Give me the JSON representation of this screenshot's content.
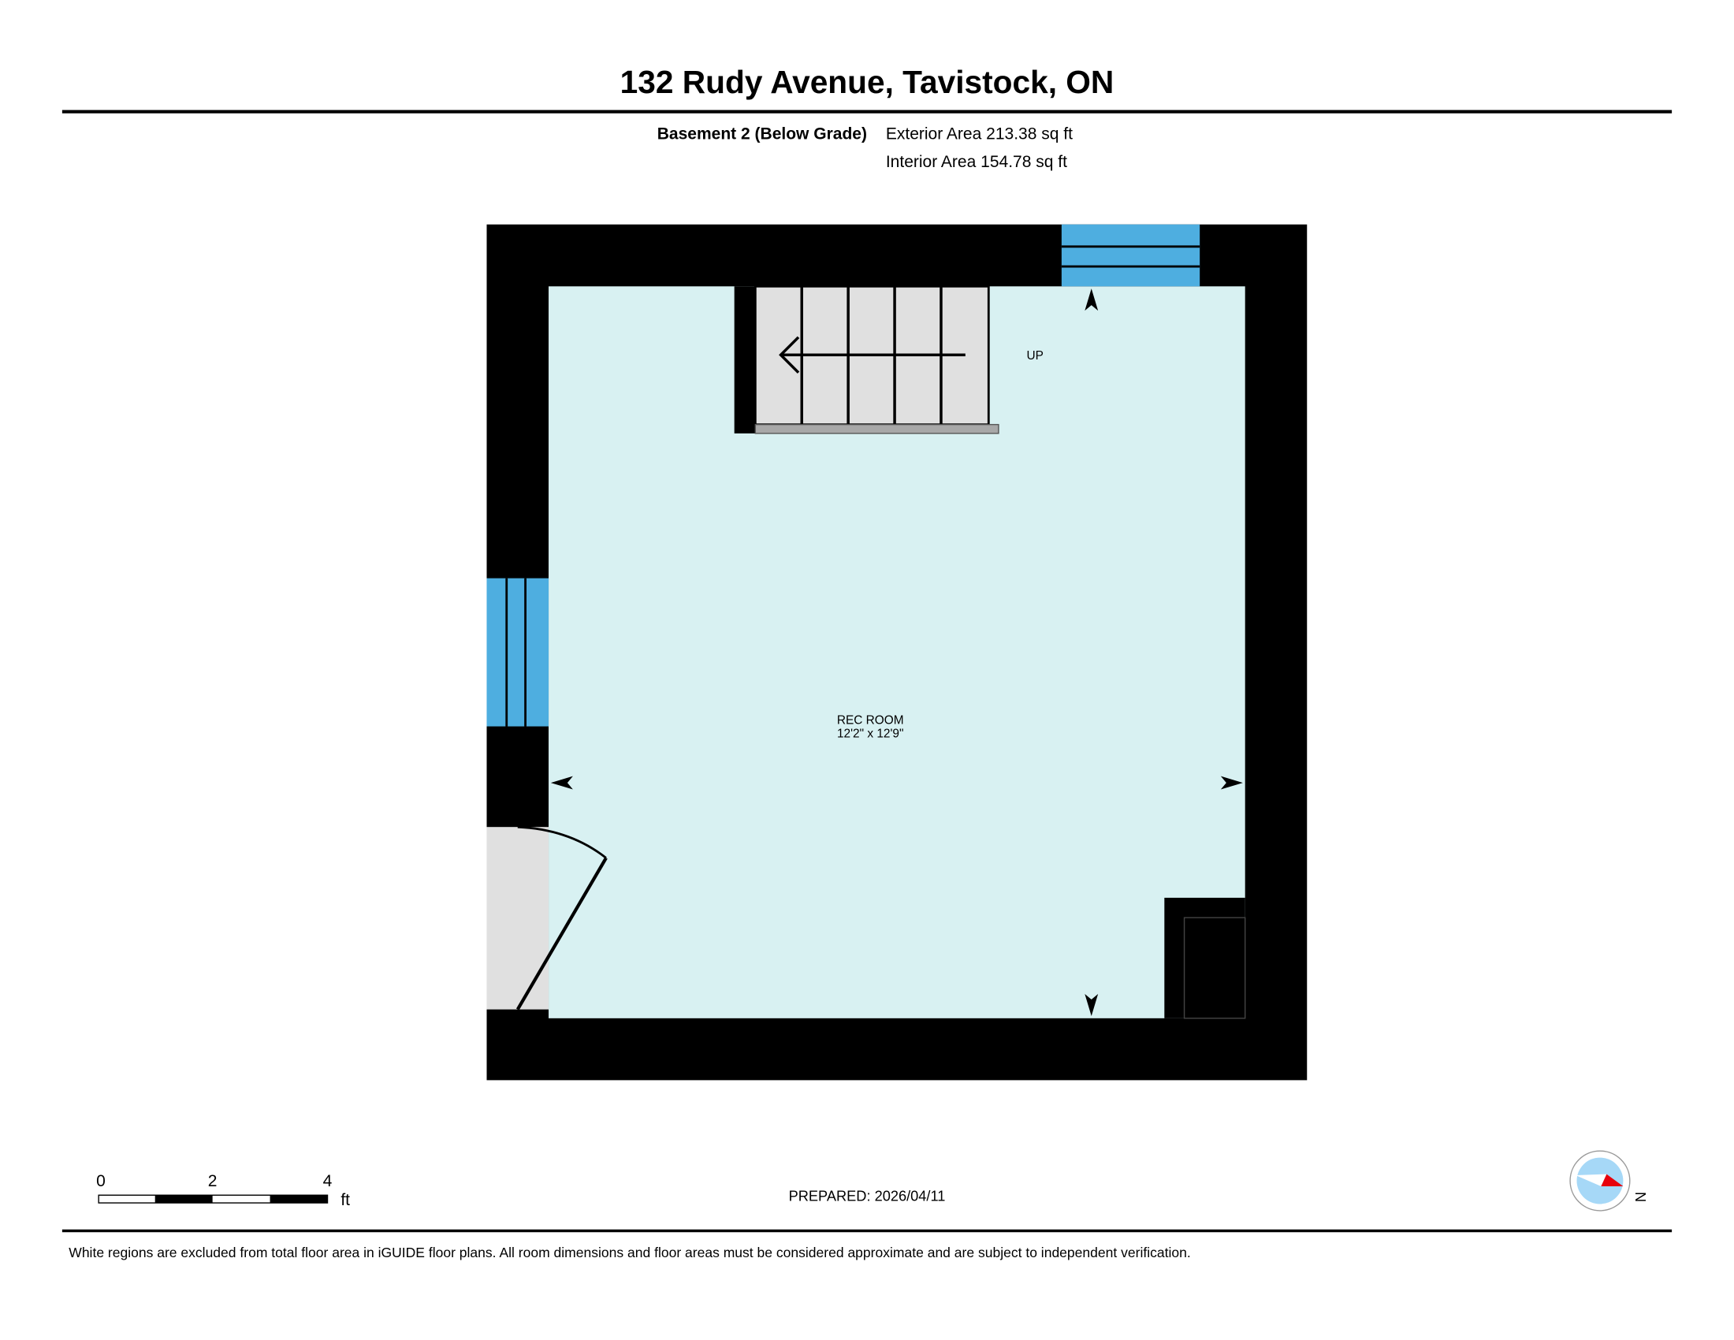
{
  "header": {
    "title": "132 Rudy Avenue, Tavistock, ON",
    "floor_name": "Basement 2 (Below Grade)",
    "exterior_area": "Exterior Area 213.38 sq ft",
    "interior_area": "Interior Area 154.78 sq ft"
  },
  "plan": {
    "stairs_label": "UP",
    "room": {
      "name": "REC ROOM",
      "dimensions": "12'2\" x 12'9\""
    }
  },
  "scale_bar": {
    "labels": [
      "0",
      "2",
      "4"
    ],
    "unit": "ft"
  },
  "prepared": "PREPARED: 2026/04/11",
  "compass": {
    "label": "N"
  },
  "footer": {
    "disclaimer": "White regions are excluded from total floor area in iGUIDE floor plans. All room dimensions and floor areas must be considered approximate and are subject to independent verification."
  },
  "colors": {
    "wall": "#000000",
    "floor": "#d8f1f2",
    "window": "#4eaee0",
    "stairs": "#e0e0e0",
    "compass_red": "#e8000b",
    "compass_blue": "#a6d8f7"
  }
}
